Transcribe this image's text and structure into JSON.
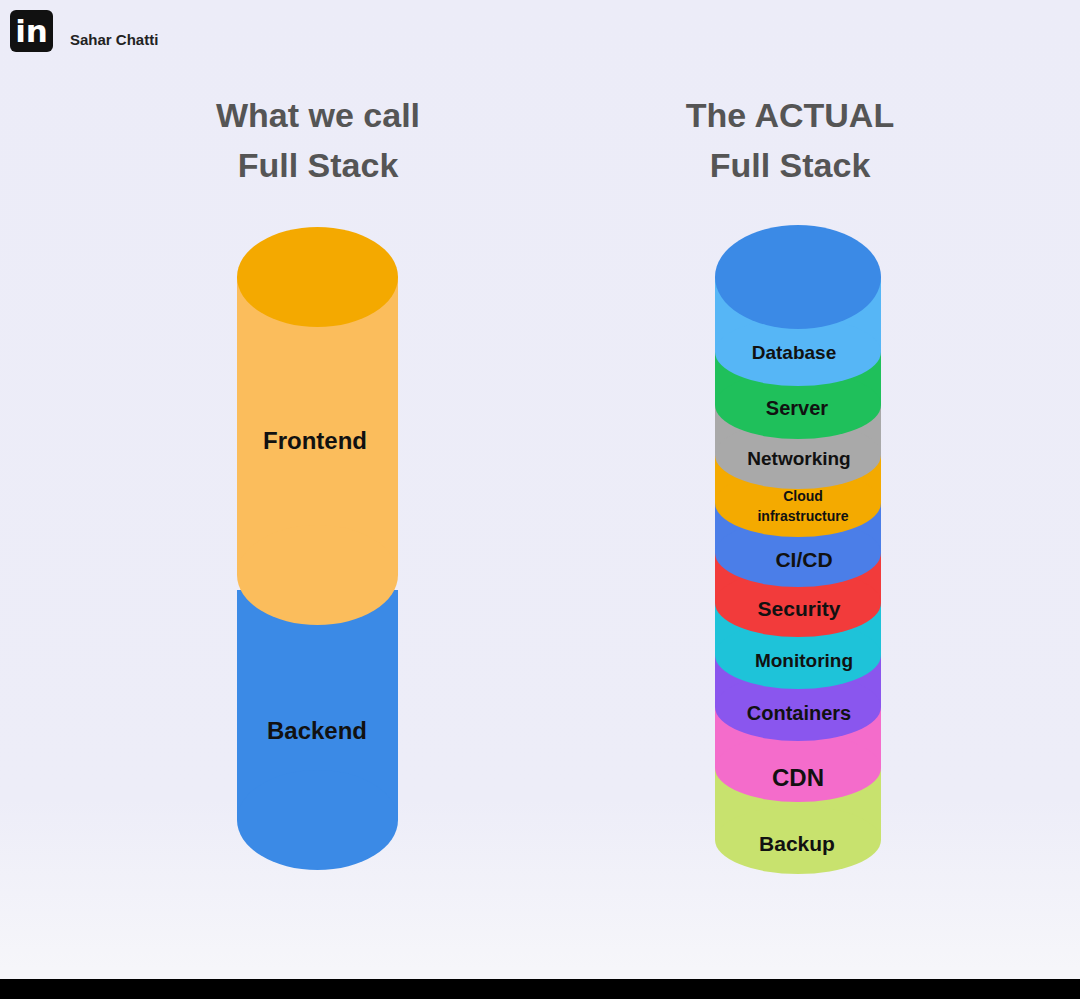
{
  "diagram": {
    "nodes": [
      {
        "text": [
          "Frontend"
        ]
      },
      {
        "text": [
          "Backend"
        ]
      },
      {
        "text": [
          "Database"
        ]
      },
      {
        "text": [
          "Server"
        ]
      },
      {
        "text": [
          "Networking"
        ]
      },
      {
        "text": [
          "Cloud infrastructure"
        ]
      },
      {
        "text": [
          "CI/CD"
        ]
      },
      {
        "text": [
          "Security"
        ]
      },
      {
        "text": [
          "Monitoring"
        ]
      },
      {
        "text": [
          "Containers"
        ]
      },
      {
        "text": [
          "CDN"
        ]
      },
      {
        "text": [
          "Backup"
        ]
      }
    ],
    "labels": [
      "in",
      "Sahar Chatti",
      "What we call Full Stack",
      "The ACTUAL Full Stack"
    ]
  }
}
